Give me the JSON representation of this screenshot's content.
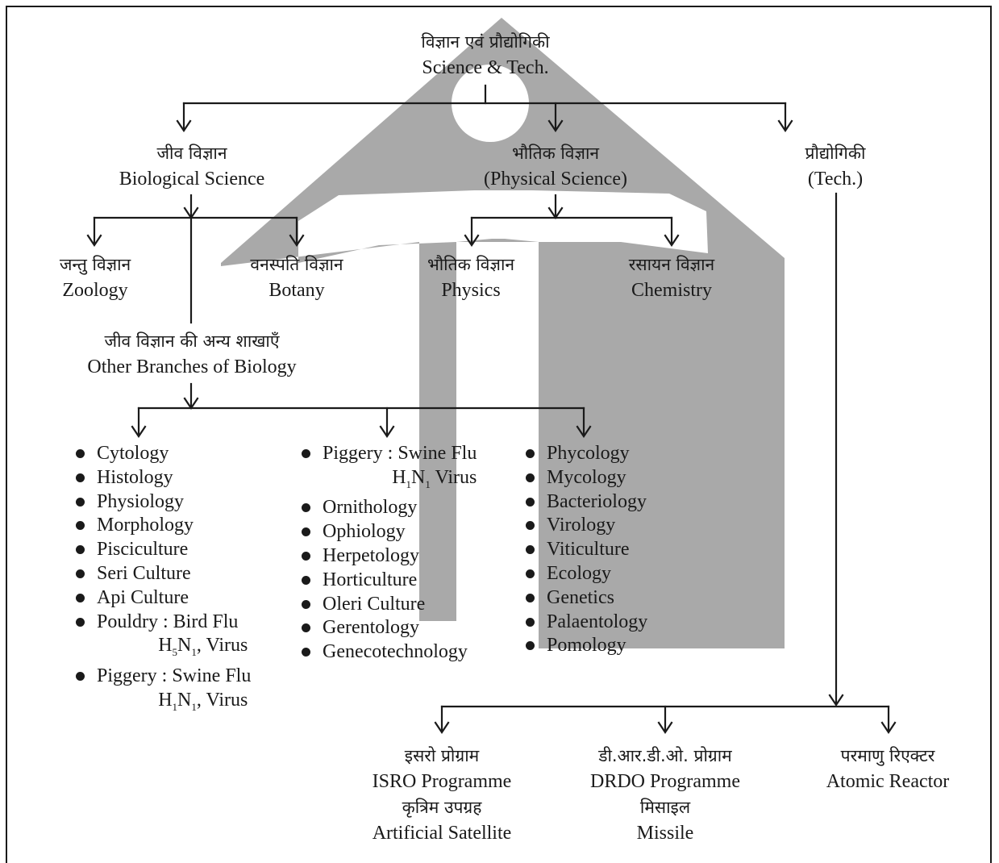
{
  "colors": {
    "watermark": "#a9a9a9",
    "ink": "#1a1a1a",
    "background": "#ffffff"
  },
  "root": {
    "hi": "विज्ञान एवं प्रौद्योगिकी",
    "en": "Science & Tech."
  },
  "bio": {
    "hi": "जीव विज्ञान",
    "en": "Biological Science"
  },
  "phys": {
    "hi": "भौतिक विज्ञान",
    "en": "(Physical Science)"
  },
  "tech": {
    "hi": "प्रौद्योगिकी",
    "en": "(Tech.)"
  },
  "zoology": {
    "hi": "जन्तु विज्ञान",
    "en": "Zoology"
  },
  "botany": {
    "hi": "वनस्पति विज्ञान",
    "en": "Botany"
  },
  "physics": {
    "hi": "भौतिक विज्ञान",
    "en": "Physics"
  },
  "chemistry": {
    "hi": "रसायन विज्ञान",
    "en": "Chemistry"
  },
  "other": {
    "hi": "जीव विज्ञान की अन्य शाखाएँ",
    "en": "Other Branches of Biology"
  },
  "list1": {
    "items": [
      "Cytology",
      "Histology",
      "Physiology",
      "Morphology",
      "Pisciculture",
      "Seri Culture",
      "Api Culture"
    ],
    "pouldry": {
      "label": "Pouldry : Bird Flu",
      "v_h": "H",
      "v_5": "5",
      "v_n": "N",
      "v_1": "1",
      "v_tail": ", Virus"
    },
    "piggery": {
      "label": "Piggery : Swine Flu",
      "v_h": "H",
      "v_1a": "1",
      "v_n": "N",
      "v_1b": "1",
      "v_tail": ", Virus"
    }
  },
  "list2": {
    "piggery": {
      "label": "Piggery : Swine Flu",
      "v_h": "H",
      "v_1a": "1",
      "v_n": "N",
      "v_1b": "1",
      "v_tail": " Virus"
    },
    "items": [
      "Ornithology",
      "Ophiology",
      "Herpetology",
      "Horticulture",
      "Oleri Culture",
      "Gerentology",
      "Genecotechnology"
    ]
  },
  "list3": {
    "items": [
      "Phycology",
      "Mycology",
      "Bacteriology",
      "Virology",
      "Viticulture",
      "Ecology",
      "Genetics",
      "Palaentology",
      "Pomology"
    ]
  },
  "isro": {
    "hi": "इसरो प्रोग्राम",
    "en": "ISRO Programme",
    "hi2": "कृत्रिम उपग्रह",
    "en2": "Artificial Satellite"
  },
  "drdo": {
    "hi": "डी.आर.डी.ओ. प्रोग्राम",
    "en": "DRDO Programme",
    "hi2": "मिसाइल",
    "en2": "Missile"
  },
  "atomic": {
    "hi": "परमाणु रिएक्टर",
    "en": "Atomic Reactor"
  }
}
